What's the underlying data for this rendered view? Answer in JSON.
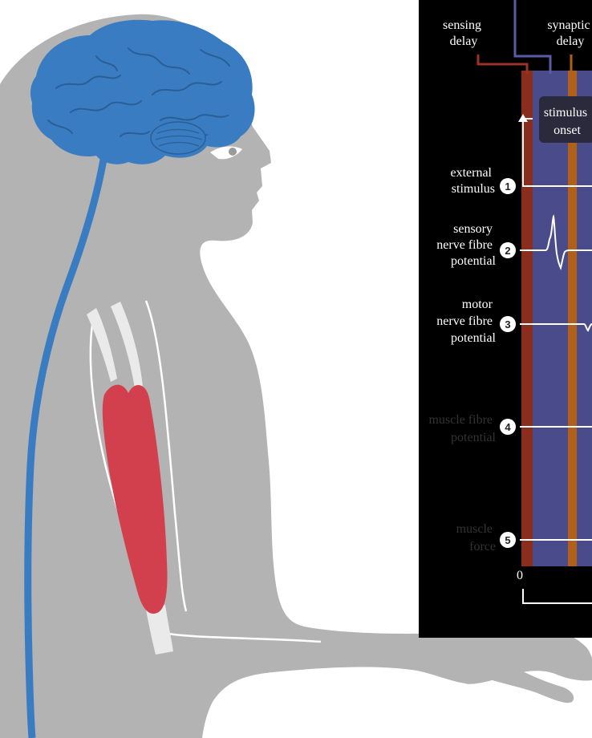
{
  "header_labels": {
    "sensing_delay": [
      "sensing",
      "delay"
    ],
    "synaptic_delay": [
      "synaptic",
      "delay"
    ]
  },
  "stimulus_box": [
    "stimulus",
    "onset"
  ],
  "traces": [
    {
      "number": "1",
      "label": [
        "external",
        "stimulus"
      ]
    },
    {
      "number": "2",
      "label": [
        "sensory",
        "nerve fibre",
        "potential"
      ]
    },
    {
      "number": "3",
      "label": [
        "motor",
        "nerve fibre",
        "potential"
      ]
    },
    {
      "number": "4",
      "label": [
        "muscle fibre",
        "potential"
      ]
    },
    {
      "number": "5",
      "label": [
        "muscle",
        "force"
      ]
    }
  ],
  "time_axis": {
    "origin_label": "0"
  },
  "colors": {
    "body": "#b3b3b3",
    "brain": "#3a7cc2",
    "spinal_cord": "#3a7cc2",
    "muscle": "#d1404c",
    "panel_bg": "#000000",
    "sensing_band": "#8a2d1c",
    "conduction_band": "#4a4b8a",
    "synaptic_band": "#b06018",
    "sensing_leader": "#9a3322",
    "synaptic_leader": "#b06018",
    "conduction_leader": "#5a5ca8",
    "trace": "#ffffff"
  }
}
